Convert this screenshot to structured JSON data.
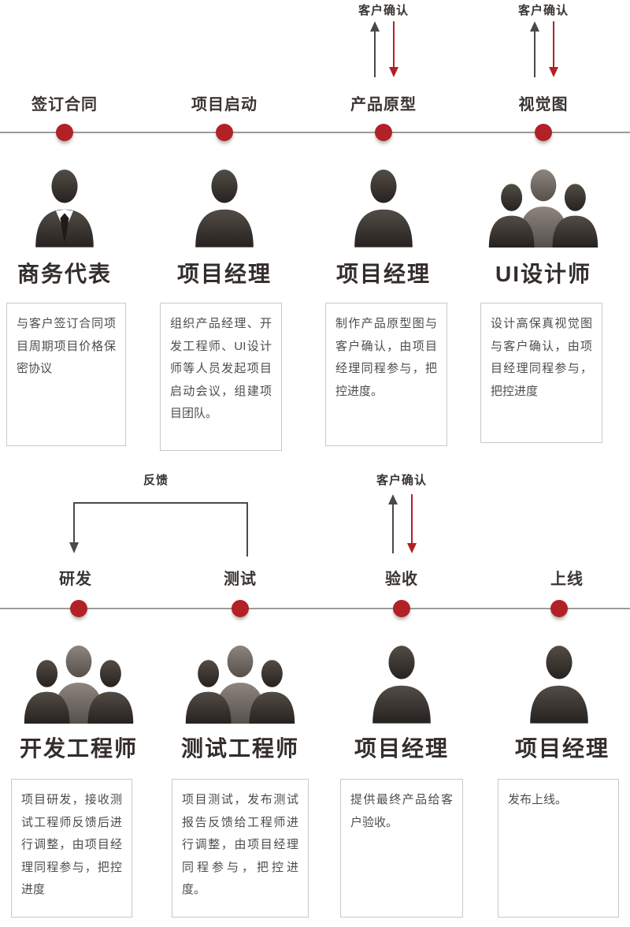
{
  "labels": {
    "customer_confirm": "客户确认",
    "feedback": "反馈"
  },
  "rows": [
    {
      "stages": [
        {
          "milestone": "签订合同",
          "role": "商务代表",
          "icon": "person-tie",
          "annotation": null,
          "description": "与客户签订合同项目周期项目价格保密协议"
        },
        {
          "milestone": "项目启动",
          "role": "项目经理",
          "icon": "person",
          "annotation": null,
          "description": "组织产品经理、开发工程师、UI设计师等人员发起项目启动会议，组建项目团队。"
        },
        {
          "milestone": "产品原型",
          "role": "项目经理",
          "icon": "person",
          "annotation": "客户确认",
          "description": "制作产品原型图与客户确认，由项目经理同程参与，把控进度。"
        },
        {
          "milestone": "视觉图",
          "role": "UI设计师",
          "icon": "group",
          "annotation": "客户确认",
          "description": "设计高保真视觉图与客户确认，由项目经理同程参与，把控进度"
        }
      ]
    },
    {
      "stages": [
        {
          "milestone": "研发",
          "role": "开发工程师",
          "icon": "group",
          "annotation": "反馈",
          "description": "项目研发，接收测试工程师反馈后进行调整，由项目经理同程参与，把控进度"
        },
        {
          "milestone": "测试",
          "role": "测试工程师",
          "icon": "group",
          "annotation": "反馈",
          "description": "项目测试，发布测试报告反馈给工程师进行调整，由项目经理同程参与，把控进度。"
        },
        {
          "milestone": "验收",
          "role": "项目经理",
          "icon": "person",
          "annotation": "客户确认",
          "description": "提供最终产品给客户验收。"
        },
        {
          "milestone": "上线",
          "role": "项目经理",
          "icon": "person",
          "annotation": null,
          "description": "发布上线。"
        }
      ]
    }
  ],
  "colors": {
    "accent_red": "#b22126",
    "dark": "#38322e",
    "line_gray": "#9b9b9b"
  }
}
